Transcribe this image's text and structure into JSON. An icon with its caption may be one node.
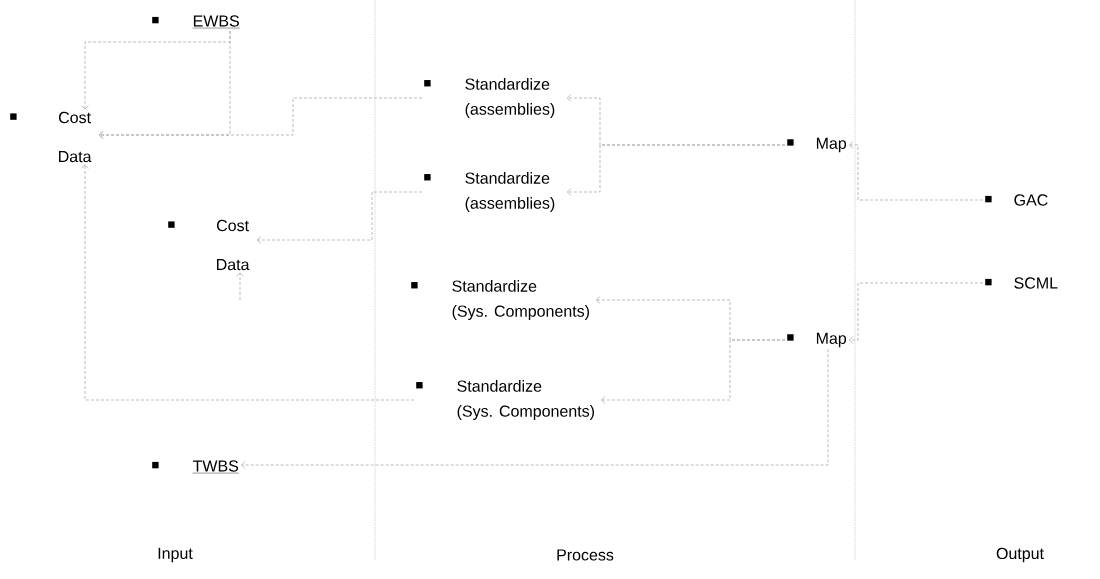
{
  "diagram": {
    "nodes": [
      {
        "text": [
          "EWBS"
        ]
      },
      {
        "text": [
          "Cost Data"
        ]
      },
      {
        "text": [
          "Cost Data"
        ]
      },
      {
        "text": [
          "Standardize (assemblies)"
        ]
      },
      {
        "text": [
          "Standardize (assemblies)"
        ]
      },
      {
        "text": [
          "Standardize (Sys. Components)"
        ]
      },
      {
        "text": [
          "Standardize (Sys. Components)"
        ]
      },
      {
        "text": [
          "TWBS"
        ]
      },
      {
        "text": [
          "Map"
        ]
      },
      {
        "text": [
          "Map"
        ]
      },
      {
        "text": [
          "GAC"
        ]
      },
      {
        "text": [
          "SCML"
        ]
      }
    ],
    "edges": [
      {
        "from": 0,
        "to": 1,
        "arrow": "to"
      },
      {
        "from": 0,
        "to": 1,
        "arrow": "to"
      },
      {
        "from": 3,
        "to": 1,
        "arrow": "to"
      },
      {
        "from": 4,
        "to": 2,
        "arrow": "to"
      },
      {
        "from": null,
        "to": 2,
        "arrow": "to"
      },
      {
        "from": 6,
        "to": 1,
        "arrow": "to"
      },
      {
        "from": 8,
        "to": 3,
        "arrow": "to"
      },
      {
        "from": 8,
        "to": 4,
        "arrow": "to"
      },
      {
        "from": 9,
        "to": 5,
        "arrow": "to"
      },
      {
        "from": 9,
        "to": 6,
        "arrow": "to"
      },
      {
        "from": 10,
        "to": 8,
        "arrow": "to"
      },
      {
        "from": 11,
        "to": 9,
        "arrow": "to"
      },
      {
        "from": 9,
        "to": 7,
        "arrow": "to"
      }
    ],
    "labels": [
      "Input",
      "Process",
      "Output"
    ]
  }
}
